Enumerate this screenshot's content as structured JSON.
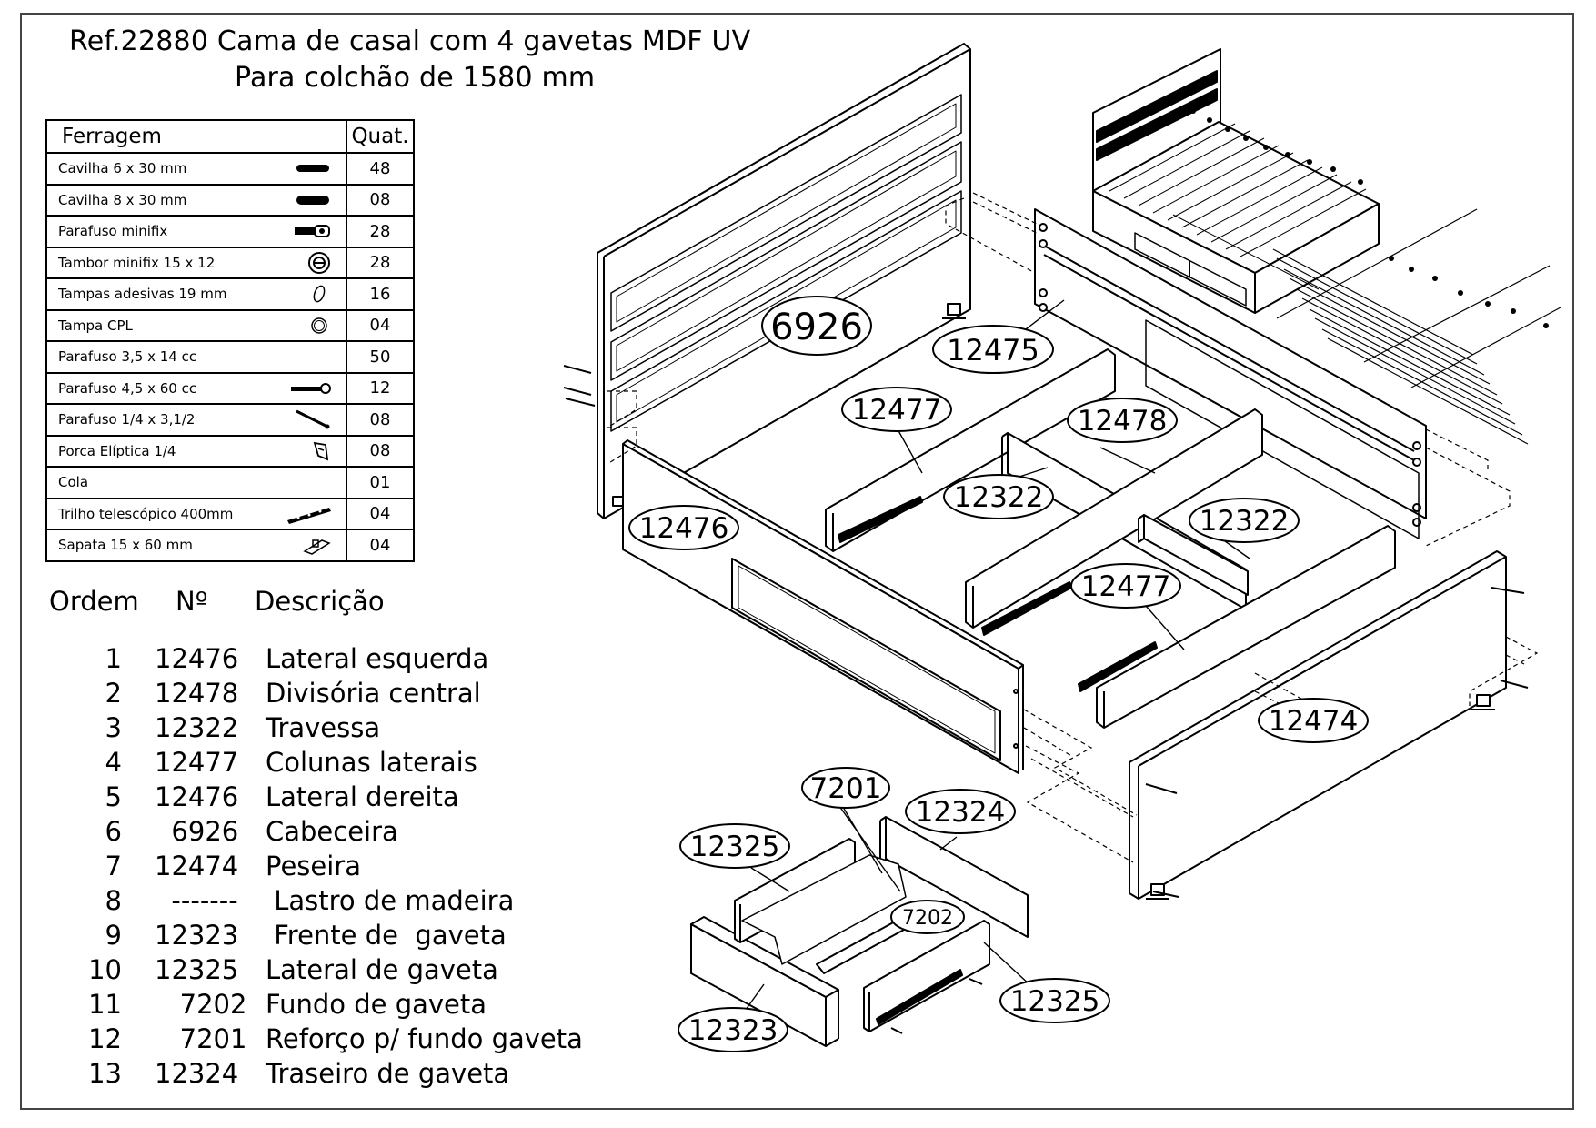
{
  "header": {
    "title_line1": "Ref.22880  Cama  de casal com 4 gavetas MDF UV",
    "title_line2": "Para  colchão  de  1580 mm"
  },
  "hardware_table": {
    "col_name": "Ferragem",
    "col_qty": "Quat.",
    "rows": [
      {
        "name": "Cavilha  6 x 30 mm",
        "qty": "48",
        "icon": "dowel-icon"
      },
      {
        "name": "Cavilha  8 x 30 mm",
        "qty": "08",
        "icon": "dowel-icon"
      },
      {
        "name": "Parafuso minifix",
        "qty": "28",
        "icon": "minifix-bolt-icon"
      },
      {
        "name": "Tambor minifix 15 x 12",
        "qty": "28",
        "icon": "cam-lock-icon"
      },
      {
        "name": "Tampas adesivas 19 mm",
        "qty": "16",
        "icon": "cover-cap-icon"
      },
      {
        "name": "Tampa   CPL",
        "qty": "04",
        "icon": "ring-cap-icon"
      },
      {
        "name": "Parafuso  3,5  x  14 cc",
        "qty": "50",
        "icon": ""
      },
      {
        "name": "Parafuso   4,5  x 60 cc",
        "qty": "12",
        "icon": "screw-icon"
      },
      {
        "name": "Parafuso    1/4 x 3,1/2",
        "qty": "08",
        "icon": "long-screw-icon"
      },
      {
        "name": "Porca  Elíptica    1/4",
        "qty": "08",
        "icon": "elliptic-nut-icon"
      },
      {
        "name": "Cola",
        "qty": "01",
        "icon": ""
      },
      {
        "name": "Trilho telescópico  400mm",
        "qty": "04",
        "icon": "rail-icon"
      },
      {
        "name": "Sapata 15 x 60 mm",
        "qty": "04",
        "icon": "foot-icon"
      }
    ]
  },
  "parts_header": {
    "ordem": "Ordem",
    "numero": "Nº",
    "descricao": "Descrição"
  },
  "parts": [
    {
      "ordem": "1",
      "numero": "12476",
      "descricao": "Lateral esquerda"
    },
    {
      "ordem": "2",
      "numero": "12478",
      "descricao": "Divisória central"
    },
    {
      "ordem": "3",
      "numero": "12322",
      "descricao": "Travessa"
    },
    {
      "ordem": "4",
      "numero": "12477",
      "descricao": "Colunas laterais"
    },
    {
      "ordem": "5",
      "numero": "12476",
      "descricao": "Lateral  dereita"
    },
    {
      "ordem": "6",
      "numero": "  6926",
      "descricao": "Cabeceira"
    },
    {
      "ordem": "7",
      "numero": "12474",
      "descricao": "Peseira"
    },
    {
      "ordem": "8",
      "numero": "  -------",
      "descricao": " Lastro de madeira"
    },
    {
      "ordem": "9",
      "numero": "12323",
      "descricao": " Frente de  gaveta"
    },
    {
      "ordem": "10",
      "numero": "12325",
      "descricao": "Lateral  de gaveta"
    },
    {
      "ordem": "11",
      "numero": "   7202",
      "descricao": "Fundo de gaveta"
    },
    {
      "ordem": "12",
      "numero": "   7201",
      "descricao": "Reforço p/ fundo gaveta"
    },
    {
      "ordem": "13",
      "numero": "12324",
      "descricao": "Traseiro de gaveta"
    }
  ],
  "callouts": {
    "c6926": "6926",
    "c12475": "12475",
    "c12477a": "12477",
    "c12478": "12478",
    "c12322a": "12322",
    "c12476": "12476",
    "c12322b": "12322",
    "c12477b": "12477",
    "c12474": "12474",
    "c7201": "7201",
    "c12324": "12324",
    "c12325a": "12325",
    "c7202": "7202",
    "c12325b": "12325",
    "c12323": "12323"
  }
}
